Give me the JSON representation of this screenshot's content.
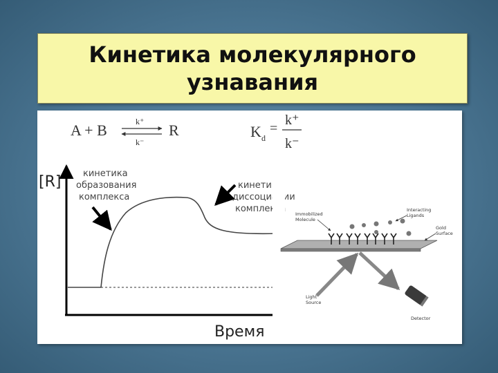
{
  "title": {
    "line1": "Кинетика молекулярного",
    "line2": "узнавания"
  },
  "reaction": {
    "left": "A + B",
    "k_plus": "k⁺",
    "k_minus": "k⁻",
    "right": "R"
  },
  "kd_formula": {
    "lhs": "K",
    "lhs_sub": "d",
    "equals": "=",
    "numerator": "k⁺",
    "denominator": "k⁻"
  },
  "graph": {
    "y_axis_label": "[R]",
    "x_axis_label": "Время",
    "annotation_association": [
      "кинетика",
      "образования",
      "комплекса"
    ],
    "annotation_dissociation": [
      "кинетика",
      "диссоциации",
      "комплекса"
    ]
  },
  "spr_schematic": {
    "immobilized_molecule": [
      "Immobilized",
      "Molecule"
    ],
    "interacting_ligands": [
      "Interacting",
      "Ligands"
    ],
    "gold_surface": [
      "Gold",
      "Surface"
    ],
    "light_source": [
      "Light",
      "Source"
    ],
    "detector": "Detector"
  }
}
